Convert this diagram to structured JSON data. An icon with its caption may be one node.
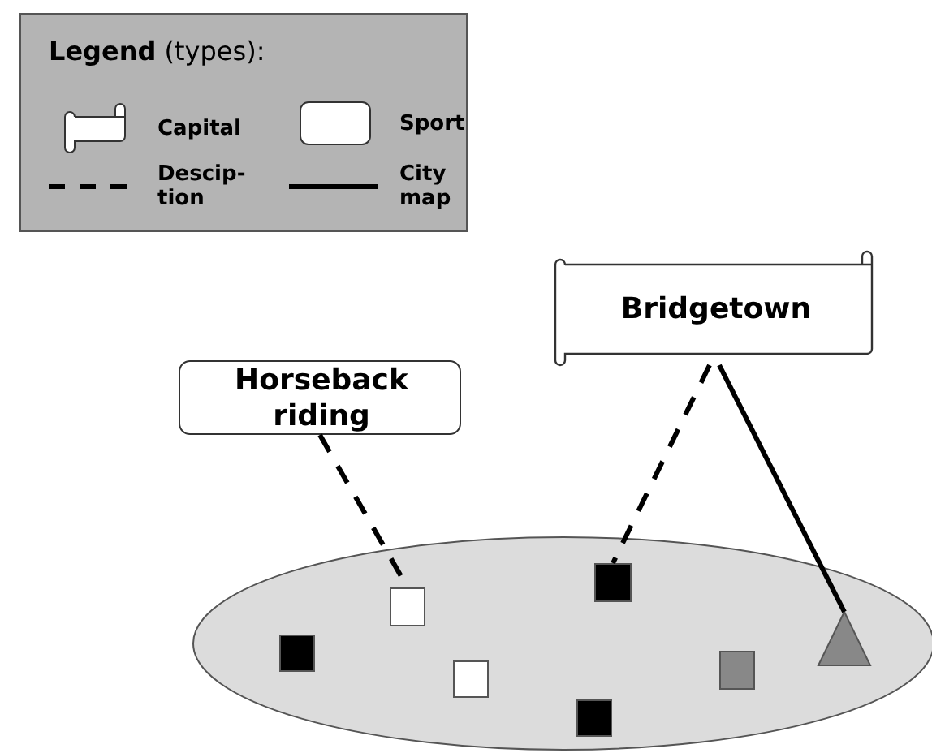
{
  "diagram": {
    "nodes": [
      {
        "text": [
          "Horseback riding"
        ]
      },
      {
        "text": [
          "Bridgetown"
        ]
      },
      {
        "text": [],
        "shape": "ellipse"
      },
      {
        "text": [],
        "shape": "box",
        "in": 2
      },
      {
        "text": [],
        "shape": "box",
        "in": 2
      },
      {
        "text": [],
        "shape": "box",
        "in": 2
      },
      {
        "text": [],
        "shape": "box",
        "in": 2
      },
      {
        "text": [],
        "shape": "box",
        "in": 2
      },
      {
        "text": [],
        "shape": "box",
        "in": 2
      },
      {
        "text": [],
        "shape": "triangle",
        "in": 2
      }
    ],
    "edges": [
      {
        "from": 0,
        "to": 4,
        "arrow": "none",
        "style": "dashed"
      },
      {
        "from": 1,
        "to": 7,
        "arrow": "none",
        "style": "dashed"
      },
      {
        "from": 1,
        "to": 9,
        "arrow": "none"
      }
    ],
    "labels": [
      "**Legend** (types):"
    ],
    "legend": [
      {
        "text": "Capital"
      },
      {
        "text": "Sport"
      },
      {
        "text": "Descip- tion"
      },
      {
        "text": "City map"
      }
    ]
  }
}
